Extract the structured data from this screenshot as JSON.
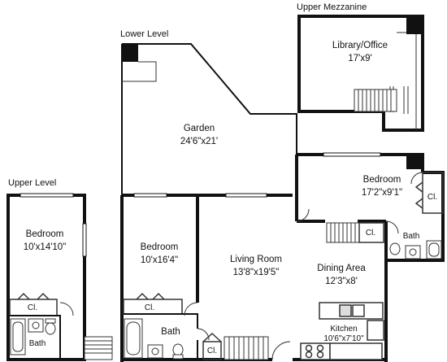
{
  "levels": {
    "upper_mezzanine": "Upper Mezzanine",
    "lower_level": "Lower Level",
    "upper_level": "Upper Level"
  },
  "rooms": {
    "library": {
      "name": "Library/Office",
      "dims": "17'x9'"
    },
    "garden": {
      "name": "Garden",
      "dims": "24'6\"x21'"
    },
    "bedroom_lower_right": {
      "name": "Bedroom",
      "dims": "17'2\"x9'1\""
    },
    "bedroom_upper": {
      "name": "Bedroom",
      "dims": "10'x14'10\""
    },
    "bedroom_lower_left": {
      "name": "Bedroom",
      "dims": "10'x16'4\""
    },
    "living": {
      "name": "Living Room",
      "dims": "13'8\"x19'5\""
    },
    "dining": {
      "name": "Dining Area",
      "dims": "12'3\"x8'"
    },
    "kitchen": {
      "name": "Kitchen",
      "dims": "10'6\"x7'10\""
    }
  },
  "fixtures": {
    "closet": "Cl.",
    "bath": "Bath"
  },
  "colors": {
    "wall": "#111111",
    "fixture": "#333333",
    "background": "#ffffff"
  }
}
